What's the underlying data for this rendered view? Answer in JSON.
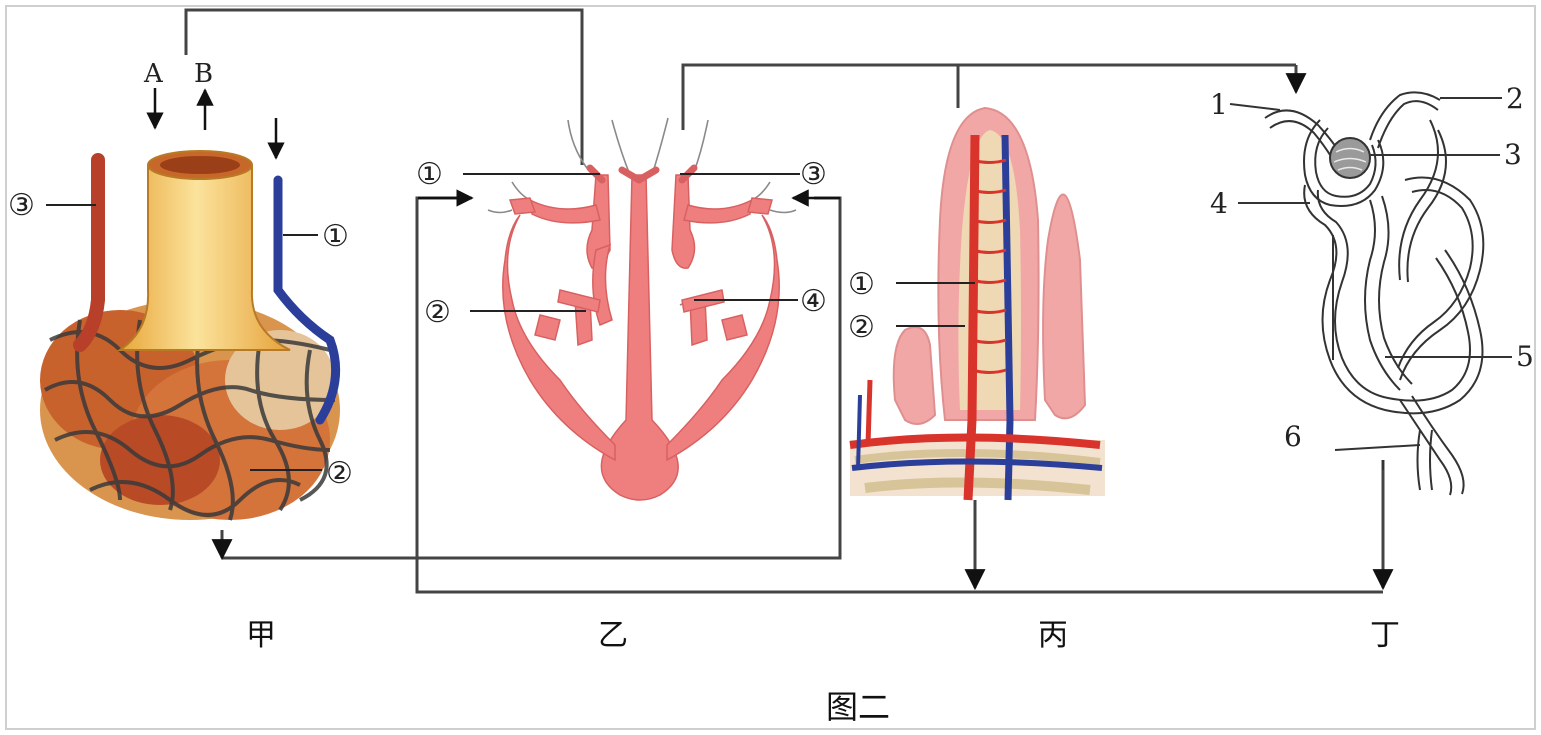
{
  "caption": "图二",
  "panels": {
    "jia": {
      "title": "甲",
      "labels": [
        "①",
        "②",
        "③"
      ],
      "arrow_a": "A",
      "arrow_b": "B"
    },
    "yi": {
      "title": "乙",
      "labels": [
        "①",
        "②",
        "③",
        "④"
      ]
    },
    "bing": {
      "title": "丙",
      "labels": [
        "①",
        "②"
      ]
    },
    "ding": {
      "title": "丁",
      "labels": [
        "1",
        "2",
        "3",
        "4",
        "5",
        "6"
      ]
    }
  },
  "colors": {
    "artery_red": "#e0413a",
    "vein_blue": "#2b3f9a",
    "heart_pink": "#ef7f7f",
    "trachea_yellow": "#f2c15a",
    "villus_pink": "#f2a7a7",
    "capillary_dark": "#3a3a3a",
    "line": "#222222"
  }
}
